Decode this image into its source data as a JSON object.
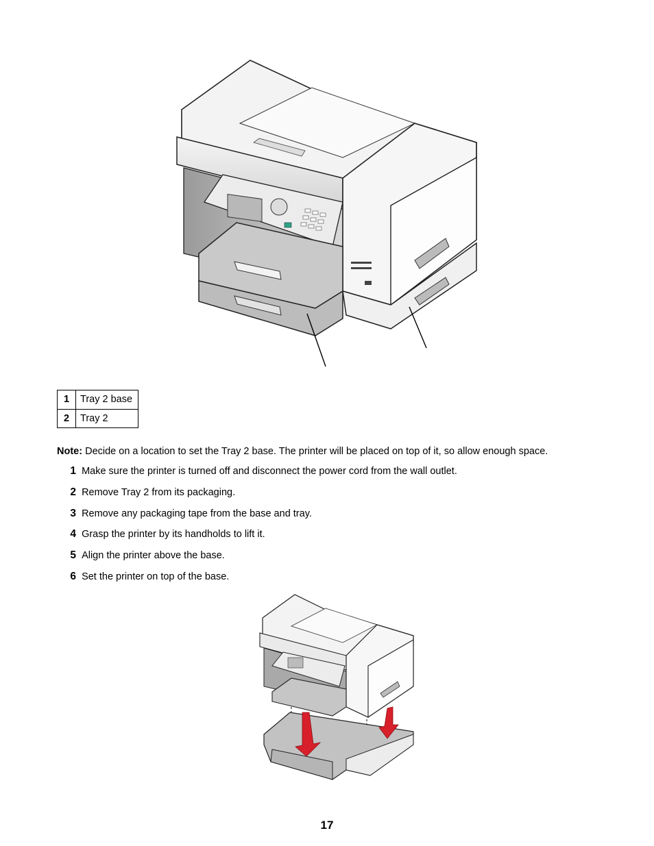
{
  "legend": [
    {
      "num": "1",
      "label": "Tray 2 base"
    },
    {
      "num": "2",
      "label": "Tray 2"
    }
  ],
  "note": {
    "prefix": "Note:",
    "text": "Decide on a location to set the Tray 2 base. The printer will be placed on top of it, so allow enough space."
  },
  "steps": [
    {
      "num": "1",
      "text": "Make sure the printer is turned off and disconnect the power cord from the wall outlet."
    },
    {
      "num": "2",
      "text": "Remove Tray 2 from its packaging."
    },
    {
      "num": "3",
      "text": "Remove any packaging tape from the base and tray."
    },
    {
      "num": "4",
      "text": "Grasp the printer by its handholds to lift it."
    },
    {
      "num": "5",
      "text": "Align the printer above the base."
    },
    {
      "num": "6",
      "text": "Set the printer on top of the base."
    }
  ],
  "page_number": "17"
}
